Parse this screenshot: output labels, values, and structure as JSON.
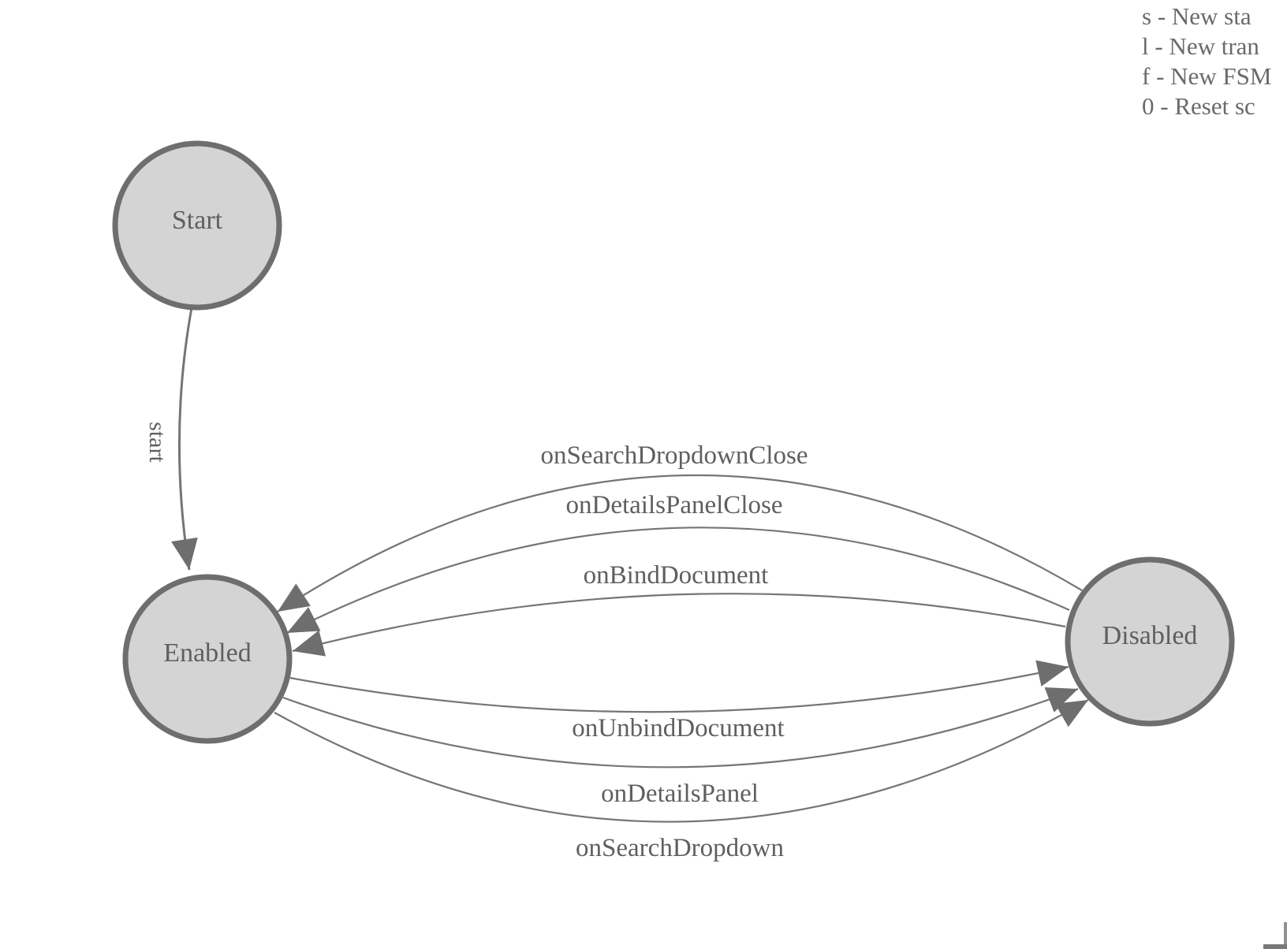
{
  "diagram": {
    "type": "finite-state-machine",
    "nodes": [
      {
        "id": "start",
        "label": "Start"
      },
      {
        "id": "enabled",
        "label": "Enabled"
      },
      {
        "id": "disabled",
        "label": "Disabled"
      }
    ],
    "edges": [
      {
        "label": "start",
        "from": "Start",
        "to": "Enabled"
      },
      {
        "label": "onSearchDropdownClose",
        "from": "Disabled",
        "to": "Enabled"
      },
      {
        "label": "onDetailsPanelClose",
        "from": "Disabled",
        "to": "Enabled"
      },
      {
        "label": "onBindDocument",
        "from": "Disabled",
        "to": "Enabled"
      },
      {
        "label": "onUnbindDocument",
        "from": "Enabled",
        "to": "Disabled"
      },
      {
        "label": "onDetailsPanel",
        "from": "Enabled",
        "to": "Disabled"
      },
      {
        "label": "onSearchDropdown",
        "from": "Enabled",
        "to": "Disabled"
      }
    ]
  },
  "legend": {
    "lines": [
      "s - New sta",
      "l - New tran",
      "f - New FSM",
      "0 - Reset sc"
    ]
  },
  "colors": {
    "node_fill": "#d4d4d4",
    "node_stroke": "#6e6e6e",
    "edge_stroke": "#757575",
    "arrow_fill": "#6e6e6e",
    "label_text": "#5f5f5f",
    "legend_text": "#6a6a6a",
    "canvas_bg": "#ffffff"
  }
}
